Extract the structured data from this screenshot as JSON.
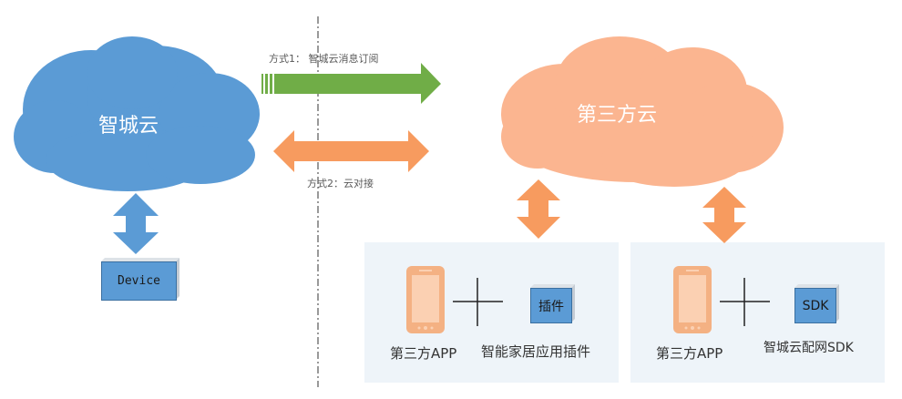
{
  "clouds": {
    "left": {
      "label": "智城云",
      "color": "#5b9bd5"
    },
    "right": {
      "label": "第三方云",
      "color": "#fbb590"
    }
  },
  "arrows": {
    "method1": {
      "label": "方式1： 智城云消息订阅",
      "color": "#70ad47"
    },
    "method2": {
      "label": "方式2：云对接",
      "color": "#f79b5f"
    }
  },
  "device": {
    "label": "Device"
  },
  "panels": {
    "plugin": {
      "app_label": "第三方APP",
      "box_label": "插件",
      "caption": "智能家居应用插件"
    },
    "sdk": {
      "app_label": "第三方APP",
      "box_label": "SDK",
      "caption": "智城云配网SDK"
    }
  },
  "colors": {
    "phone": "#f4b183",
    "panel_bg": "#eef4f9",
    "blue_arrow": "#5b9bd5",
    "orange_arrow": "#f79b5f"
  }
}
